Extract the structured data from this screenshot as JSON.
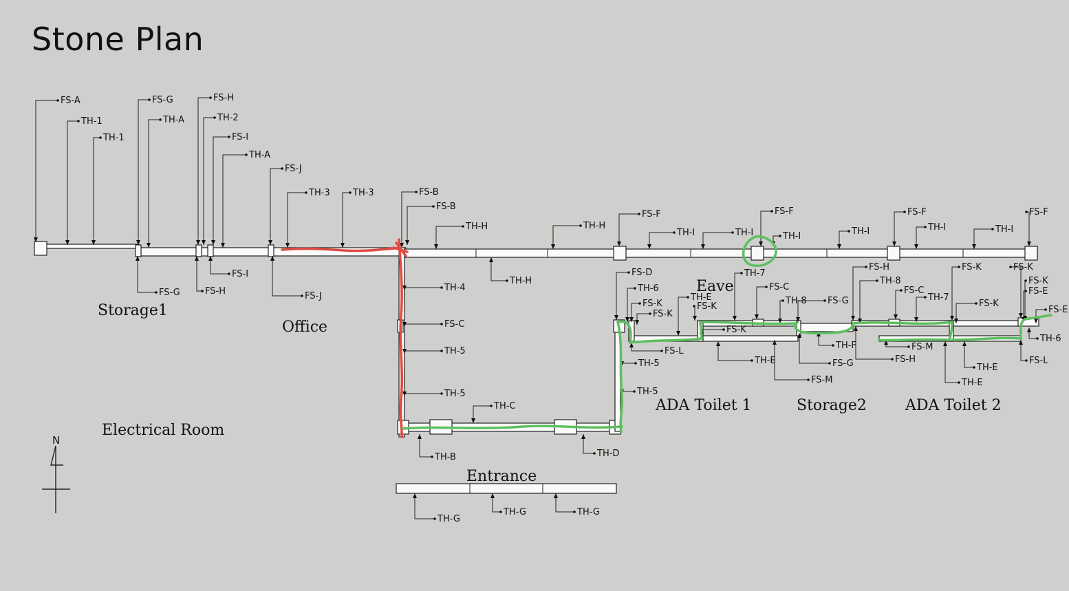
{
  "title": "Stone Plan",
  "rooms": {
    "storage1": "Storage1",
    "office": "Office",
    "electrical": "Electrical Room",
    "entrance": "Entrance",
    "eave": "Eave",
    "ada1": "ADA Toilet 1",
    "storage2": "Storage2",
    "ada2": "ADA Toilet 2"
  },
  "compass": "N",
  "tags": [
    {
      "text": "FS-A"
    },
    {
      "text": "TH-1"
    },
    {
      "text": "TH-1"
    },
    {
      "text": "FS-G"
    },
    {
      "text": "TH-A"
    },
    {
      "text": "FS-H"
    },
    {
      "text": "TH-2"
    },
    {
      "text": "FS-I"
    },
    {
      "text": "TH-A"
    },
    {
      "text": "FS-J"
    },
    {
      "text": "TH-3"
    },
    {
      "text": "TH-3"
    },
    {
      "text": "FS-B"
    },
    {
      "text": "FS-B"
    },
    {
      "text": "TH-H"
    },
    {
      "text": "TH-H"
    },
    {
      "text": "FS-F"
    },
    {
      "text": "TH-I"
    },
    {
      "text": "TH-I"
    },
    {
      "text": "FS-F"
    },
    {
      "text": "TH-I"
    },
    {
      "text": "TH-I"
    },
    {
      "text": "FS-F"
    },
    {
      "text": "TH-I"
    },
    {
      "text": "TH-I"
    },
    {
      "text": "FS-F"
    },
    {
      "text": "FS-G"
    },
    {
      "text": "FS-H"
    },
    {
      "text": "FS-I"
    },
    {
      "text": "FS-J"
    },
    {
      "text": "TH-H"
    },
    {
      "text": "TH-4"
    },
    {
      "text": "FS-C"
    },
    {
      "text": "TH-5"
    },
    {
      "text": "TH-5"
    },
    {
      "text": "TH-C"
    },
    {
      "text": "TH-B"
    },
    {
      "text": "TH-D"
    },
    {
      "text": "TH-G"
    },
    {
      "text": "TH-G"
    },
    {
      "text": "TH-G"
    },
    {
      "text": "FS-D"
    },
    {
      "text": "TH-6"
    },
    {
      "text": "FS-K"
    },
    {
      "text": "FS-K"
    },
    {
      "text": "TH-E"
    },
    {
      "text": "FS-K"
    },
    {
      "text": "TH-7"
    },
    {
      "text": "FS-K"
    },
    {
      "text": "FS-L"
    },
    {
      "text": "TH-5"
    },
    {
      "text": "TH-5"
    },
    {
      "text": "FS-C"
    },
    {
      "text": "TH-8"
    },
    {
      "text": "FS-G"
    },
    {
      "text": "TH-E"
    },
    {
      "text": "TH-F"
    },
    {
      "text": "FS-G"
    },
    {
      "text": "FS-M"
    },
    {
      "text": "FS-H"
    },
    {
      "text": "TH-8"
    },
    {
      "text": "FS-C"
    },
    {
      "text": "TH-7"
    },
    {
      "text": "FS-M"
    },
    {
      "text": "FS-H"
    },
    {
      "text": "FS-K"
    },
    {
      "text": "FS-K"
    },
    {
      "text": "TH-E"
    },
    {
      "text": "TH-E"
    },
    {
      "text": "FS-K"
    },
    {
      "text": "FS-K"
    },
    {
      "text": "FS-E"
    },
    {
      "text": "FS-E"
    },
    {
      "text": "TH-6"
    },
    {
      "text": "FS-L"
    }
  ]
}
